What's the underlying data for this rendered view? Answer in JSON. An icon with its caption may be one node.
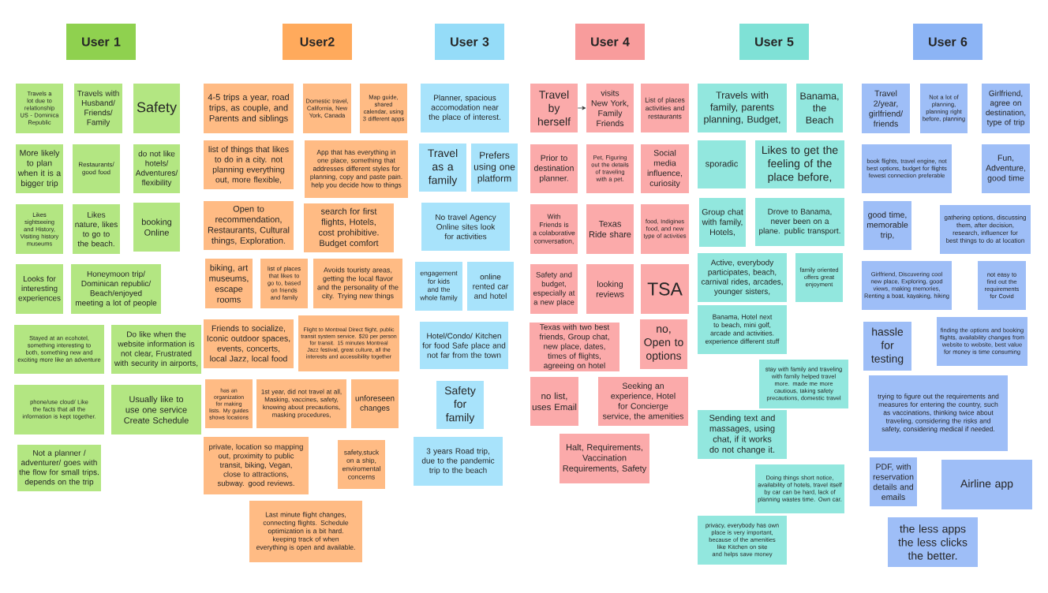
{
  "diagram": {
    "nodes": [
      {
        "text": [
          "User 1"
        ]
      },
      {
        "text": [
          "Travels a lot due to relationship US - Dominica Republic"
        ]
      },
      {
        "text": [
          "Travels with Husband/Friends/Family"
        ]
      },
      {
        "text": [
          "Safety"
        ]
      },
      {
        "text": [
          "More likely to plan when it is a bigger trip"
        ]
      },
      {
        "text": [
          "Restaurants/ good food"
        ]
      },
      {
        "text": [
          "do not like hotels/ Adventures/ flexibility"
        ]
      },
      {
        "text": [
          "Likes sightseeing and History, Visiting history museums"
        ]
      },
      {
        "text": [
          "Likes nature, likes to go to the beach."
        ]
      },
      {
        "text": [
          "booking Online"
        ]
      },
      {
        "text": [
          "Looks for interesting experiences"
        ]
      },
      {
        "text": [
          "Honeymoon trip/Dominican republic/Beach/enjoyed meeting a lot of people"
        ]
      },
      {
        "text": [
          "Stayed at an ecohotel, something interesting to both, something new and exciting more like an adventure"
        ]
      },
      {
        "text": [
          "Do like when the website information is not clear, Frustrated with security in airports,"
        ]
      },
      {
        "text": [
          "phone/use cloud/ Like the facts that all the information is kept together."
        ]
      },
      {
        "text": [
          "Usually like to use one service Create Schedule"
        ]
      },
      {
        "text": [
          "Not a planner /adventurer/ goes with the flow for small trips. depends on the trip"
        ]
      },
      {
        "text": [
          "User2"
        ]
      },
      {
        "text": [
          "4-5 trips a year, road trips, as couple, and Parents and siblings"
        ]
      },
      {
        "text": [
          "Domestic travel, California, New York, Canada"
        ]
      },
      {
        "text": [
          "Map guide, shared calendar, using 3 different apps"
        ]
      },
      {
        "text": [
          "list of things that likes to do in a city. not planning everything out, more flexible,"
        ]
      },
      {
        "text": [
          "App that has everything in one place, something that addresses different styles for planning, copy and paste pain. help you decide how to things"
        ]
      },
      {
        "text": [
          "Open to recommendation, Restaurants, Cultural things, Exploration."
        ]
      },
      {
        "text": [
          "search for first flights, Hotels, cost prohibitive. Budget comfort"
        ]
      },
      {
        "text": [
          "biking, art museums, escape rooms"
        ]
      },
      {
        "text": [
          "list of places that likes to go to, based on friends and family"
        ]
      },
      {
        "text": [
          "Avoids touristy areas, getting the local flavor and the personality of the city. Trying new things"
        ]
      },
      {
        "text": [
          "Friends to socialize, Iconic outdoor spaces, events, concerts, local Jazz, local food"
        ]
      },
      {
        "text": [
          "Flight to Montreal Direct flight, public transit system service. $20 per person for transit. 15 minutes Montreal Jazz festival, great culture, all the interests and accessibility together"
        ]
      },
      {
        "text": [
          "has an organization for making lists. My guides shows locations"
        ]
      },
      {
        "text": [
          "1st year, did not travel at all, Masking, vaccines, safety, knowing about precautions, masking procedures,"
        ]
      },
      {
        "text": [
          "unforeseen changes"
        ]
      },
      {
        "text": [
          "private, location so mapping out, proximity to public transit, biking, Vegan, close to attractions, subway. good reviews."
        ]
      },
      {
        "text": [
          "safety,stuck on a ship, enviromental concerns"
        ]
      },
      {
        "text": [
          "Last minute flight changes, connecting flights. Schedule optimization is a bit hard. keeping track of when everything is open and available."
        ]
      },
      {
        "text": [
          "User 3"
        ]
      },
      {
        "text": [
          "Planner, spacious accomodation near the place of interest."
        ]
      },
      {
        "text": [
          "Travel as a family"
        ]
      },
      {
        "text": [
          "Prefers using one platform"
        ]
      },
      {
        "text": [
          "No travel Agency Online sites look for activities"
        ]
      },
      {
        "text": [
          "engagement for kids and the whole family"
        ]
      },
      {
        "text": [
          "online rented car and hotel"
        ]
      },
      {
        "text": [
          "Hotel/Condo/ Kitchen for food Safe place and not far from the town"
        ]
      },
      {
        "text": [
          "Safety for family"
        ]
      },
      {
        "text": [
          "3 years Road trip, due to the pandemic trip to the beach"
        ]
      },
      {
        "text": [
          "User 4"
        ]
      },
      {
        "text": [
          "Travel by herself"
        ]
      },
      {
        "text": [
          "visits New York, Family Friends"
        ]
      },
      {
        "text": [
          "List of places activities and restaurants"
        ]
      },
      {
        "text": [
          "Prior to destination planner."
        ]
      },
      {
        "text": [
          "Pet, Figuring out the details of traveling with a pet."
        ]
      },
      {
        "text": [
          "Social media influence, curiosity"
        ]
      },
      {
        "text": [
          "With Friends is a colaborative conversation,"
        ]
      },
      {
        "text": [
          "Texas Ride share"
        ]
      },
      {
        "text": [
          "food, Indigines food, and new type of activities"
        ]
      },
      {
        "text": [
          "Safety and budget, especially at a new place"
        ]
      },
      {
        "text": [
          "looking reviews"
        ]
      },
      {
        "text": [
          "TSA"
        ]
      },
      {
        "text": [
          "Texas with two best friends, Group chat, new place, dates, times of flights, agreeing on hotel"
        ]
      },
      {
        "text": [
          "no, Open to options"
        ]
      },
      {
        "text": [
          "no list, uses Email"
        ]
      },
      {
        "text": [
          "Seeking an experience, Hotel for Concierge service, the amenities"
        ]
      },
      {
        "text": [
          "Halt, Requirements, Vaccination Requirements, Safety"
        ]
      },
      {
        "text": [
          "User 5"
        ]
      },
      {
        "text": [
          "Travels with family, parents planning, Budget,"
        ]
      },
      {
        "text": [
          "Banama, the Beach"
        ]
      },
      {
        "text": [
          "sporadic"
        ]
      },
      {
        "text": [
          "Likes to get the feeling of the place before,"
        ]
      },
      {
        "text": [
          "Group chat with family, Hotels,"
        ]
      },
      {
        "text": [
          "Drove to Banama, never been on a plane. public transport."
        ]
      },
      {
        "text": [
          "Active, everybody participates, beach, carnival rides, arcades, younger sisters,"
        ]
      },
      {
        "text": [
          "family oriented offers great enjoyment"
        ]
      },
      {
        "text": [
          "Banama, Hotel next to beach, mini golf, arcade and activities. experience different stuff"
        ]
      },
      {
        "text": [
          "stay with family and traveling with family helped travel more. made me more cautious, taking safety precautions, domestic travel"
        ]
      },
      {
        "text": [
          "Sending text and massages, using chat, if it works do not change it."
        ]
      },
      {
        "text": [
          "Doing things short notice, availability of hotels, travel itself by car can be hard, lack of planning wastes time. Own car."
        ]
      },
      {
        "text": [
          "privacy, everybody has own place is very important, because of the amenities like Kitchen on site and helps save money"
        ]
      },
      {
        "text": [
          "User 6"
        ]
      },
      {
        "text": [
          "Travel 2/year, girlfriend/friends"
        ]
      },
      {
        "text": [
          "Not a lot of planning, planning right before, planning"
        ]
      },
      {
        "text": [
          "Girlfriend, agree on destination, type of trip"
        ]
      },
      {
        "text": [
          "book flights, travel engine, not best options, budget for flights fewest connection preferable"
        ]
      },
      {
        "text": [
          "Fun, Adventure, good time"
        ]
      },
      {
        "text": [
          "good time, memorable trip,"
        ]
      },
      {
        "text": [
          "gathering options, discussing them, after decision, research, influencer for best things to do at location"
        ]
      },
      {
        "text": [
          "Girlfriend, Discuvering cool new place, Exploring, good views, making memories, Renting a boat, kayaking, hiking"
        ]
      },
      {
        "text": [
          "not easy to find out the requirements for Covid"
        ]
      },
      {
        "text": [
          "hassle for testing"
        ]
      },
      {
        "text": [
          "finding the options and booking flights, availability changes from website to website, best value for money is time consuming"
        ]
      },
      {
        "text": [
          "trying to figure out the requirements and measures for entering the country, such as vaccinations, thinking twice about traveling, considering the risks and safety, considering medical if needed."
        ]
      },
      {
        "text": [
          "PDF, with reservation details and emails"
        ]
      },
      {
        "text": [
          "Airline app"
        ]
      },
      {
        "text": [
          "the less apps the less clicks the better."
        ]
      }
    ],
    "edges": [
      {
        "from": 47,
        "to": 48,
        "arrow": "to"
      }
    ]
  }
}
